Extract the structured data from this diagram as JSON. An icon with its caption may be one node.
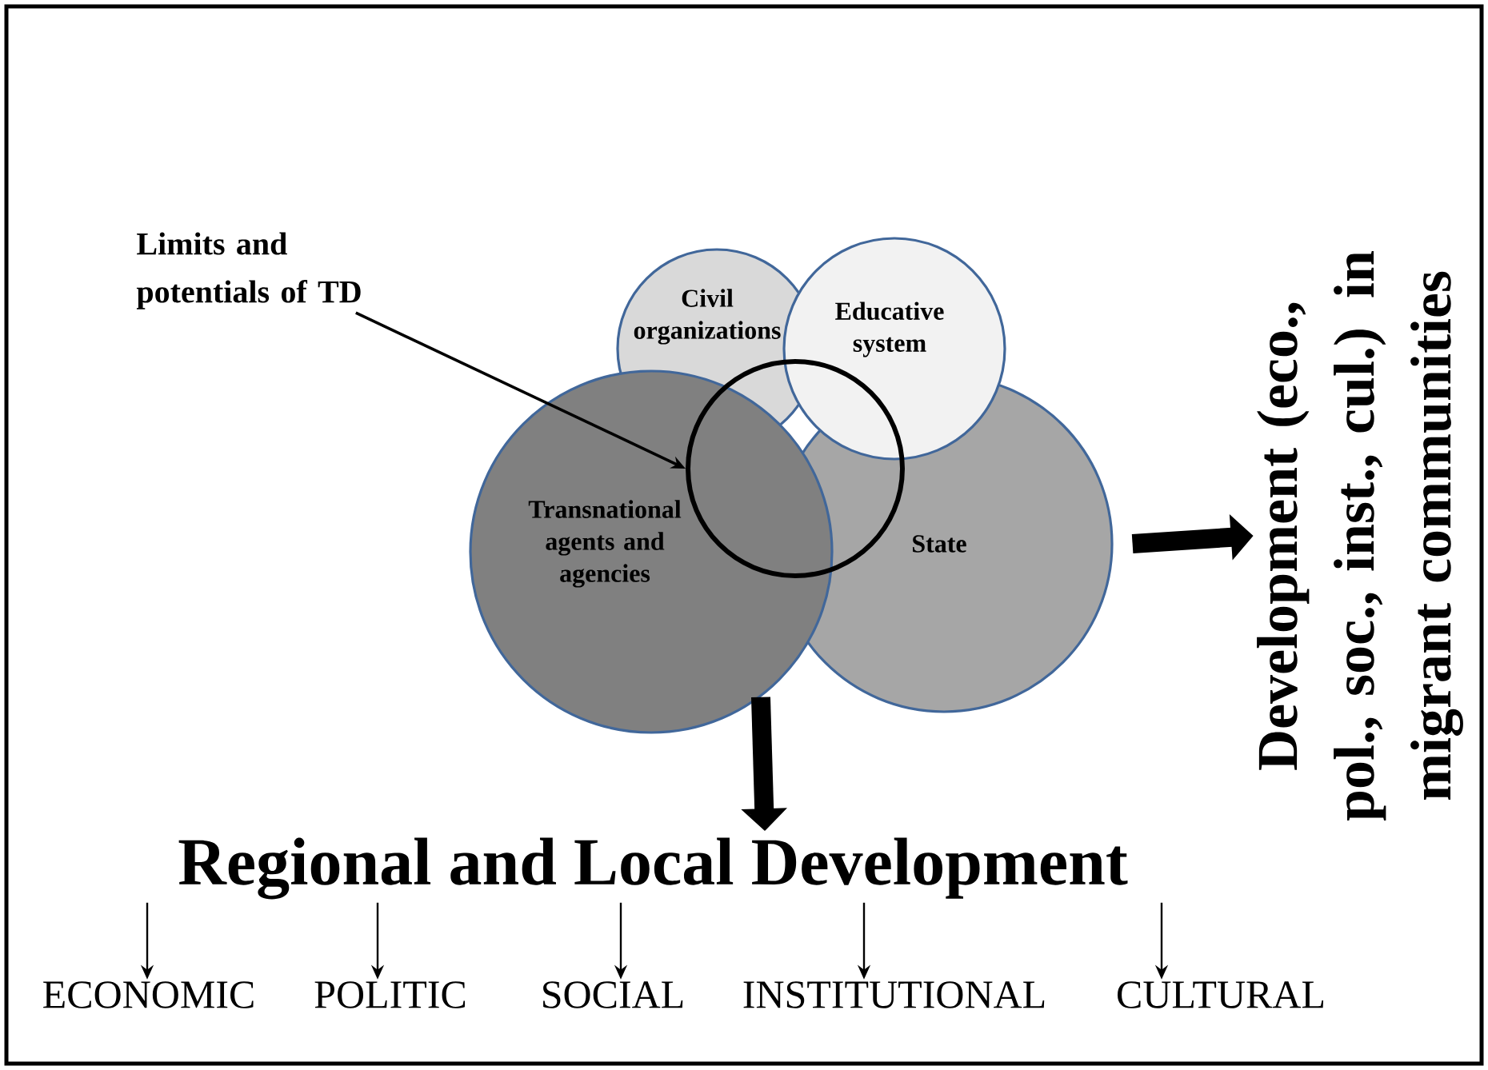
{
  "diagram": {
    "nodes": [
      {
        "text": [
          "Limits and potentials of TD"
        ]
      },
      {
        "text": [
          "Civil organizations"
        ]
      },
      {
        "text": [
          "Educative system"
        ]
      },
      {
        "text": [
          "Transnational agents and agencies"
        ]
      },
      {
        "text": [],
        "shape": "circle"
      },
      {
        "text": [
          "State"
        ]
      },
      {
        "text": [
          "Development (eco., pol., soc., inst., cul.) in migrant communities"
        ]
      },
      {
        "text": [
          "Regional and Local Development"
        ]
      },
      {
        "text": [
          "ECONOMIC"
        ]
      },
      {
        "text": [
          "POLITIC"
        ]
      },
      {
        "text": [
          "SOCIAL"
        ]
      },
      {
        "text": [
          "INSTITUTIONAL"
        ]
      },
      {
        "text": [
          "CULTURAL"
        ]
      }
    ],
    "edges": [
      {
        "from": 0,
        "to": 4,
        "arrow": "to"
      },
      {
        "from": 5,
        "to": 6,
        "arrow": "to",
        "style": "thick"
      },
      {
        "from": 3,
        "to": 7,
        "arrow": "to",
        "style": "thick"
      },
      {
        "from": 7,
        "to": 8,
        "arrow": "to"
      },
      {
        "from": 7,
        "to": 9,
        "arrow": "to"
      },
      {
        "from": 7,
        "to": 10,
        "arrow": "to"
      },
      {
        "from": 7,
        "to": 11,
        "arrow": "to"
      },
      {
        "from": 7,
        "to": 12,
        "arrow": "to"
      }
    ]
  }
}
